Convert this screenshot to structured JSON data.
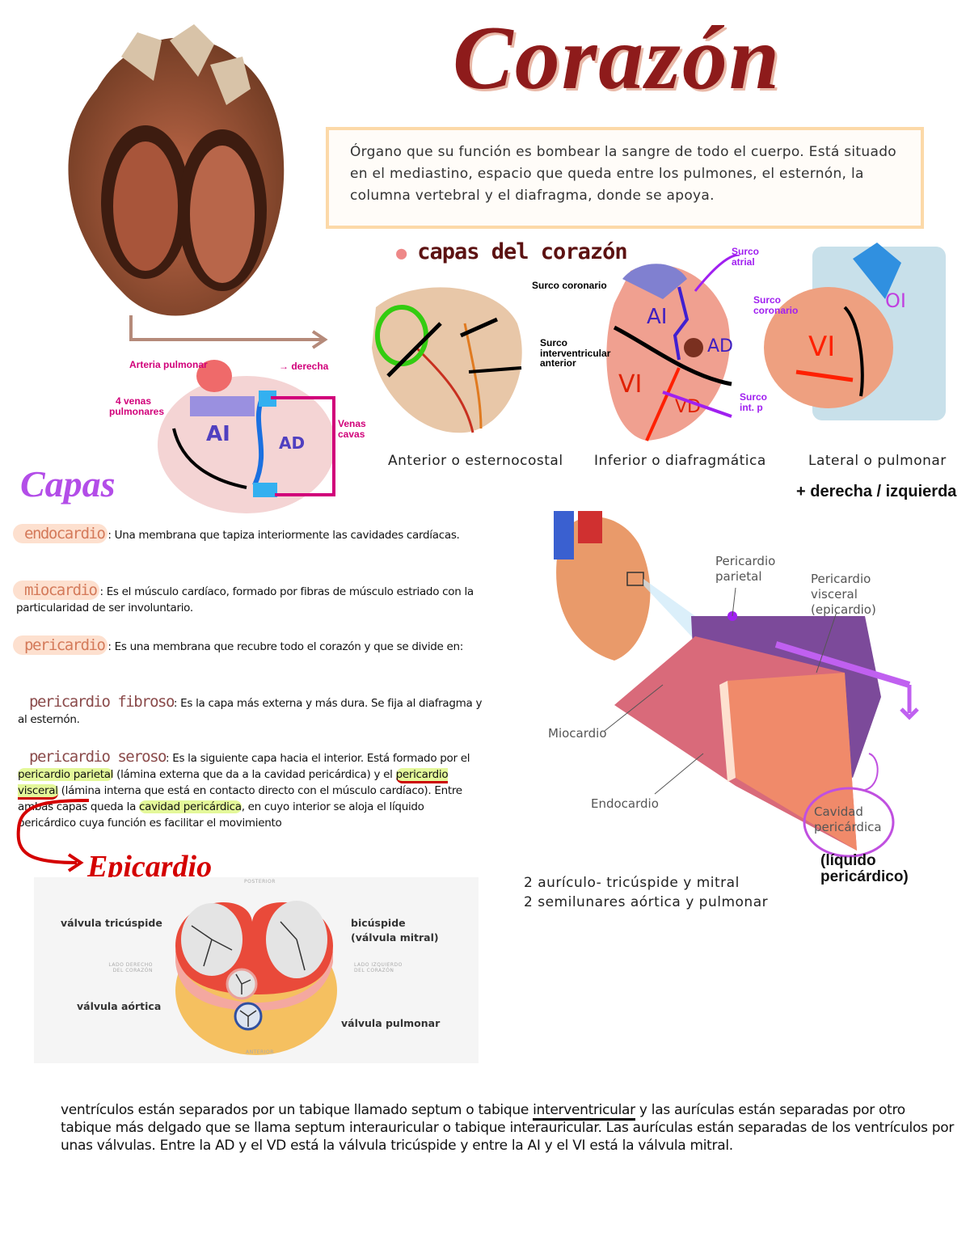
{
  "title": "Corazón",
  "definition": "Órgano que su función es bombear la sangre de todo el cuerpo. Está situado en el mediastino, espacio que queda entre los pulmones, el esternón, la columna vertebral y el diafragma, donde se apoya.",
  "faces": {
    "heading": "capas del corazón",
    "captions": [
      "Anterior o esternocostal",
      "Inferior o diafragmática",
      "Lateral o pulmonar"
    ],
    "lateral_note": "+ derecha / izquierda",
    "anterior_labels": [
      "Surco coronario",
      "Surco interventricular anterior"
    ],
    "inferior_labels": [
      "Surco atrial",
      "Surco coronario",
      "Surco int. p"
    ],
    "chamber_labels": [
      "AI",
      "AD",
      "VI",
      "VD",
      "OI"
    ]
  },
  "small_heart": {
    "labels": [
      "Arteria pulmonar",
      "→ derecha",
      "4 venas pulmonares",
      "Venas cavas"
    ],
    "chambers": [
      "AI",
      "AD"
    ]
  },
  "layers": {
    "heading": "Capas",
    "items": [
      {
        "term": "endocardio",
        "text": ": Una membrana que tapiza interiormente las cavidades cardíacas."
      },
      {
        "term": "miocardio",
        "text": ": Es el músculo cardíaco, formado por fibras de músculo estriado con la particularidad de ser involuntario."
      },
      {
        "term": "pericardio",
        "text": ": Es una membrana que recubre todo el corazón y que se divide en:"
      },
      {
        "term": "pericardio fibroso",
        "text": ": Es la capa más externa y más dura. Se fija al diafragma y al esternón."
      }
    ],
    "seroso": {
      "term": "pericardio seroso",
      "t1": ": Es la siguiente capa hacia el interior. Está formado por el ",
      "h1": "pericardio parietal",
      "t2": " (lámina externa que da a la cavidad pericárdica) y el ",
      "h2": "pericardio visceral",
      "t3": " (lámina interna que está en contacto directo con el músculo cardíaco). Entre ambas capas queda la ",
      "h3": "cavidad pericárdica",
      "t4": ", en cuyo interior se aloja el líquido pericárdico cuya función es facilitar el movimiento"
    },
    "epicardio_note": "Epicardio"
  },
  "pericardium_figure": {
    "labels": {
      "parietal": "Pericardio parietal",
      "visceral": "Pericardio visceral (epicardio)",
      "miocardio": "Miocardio",
      "endocardio": "Endocardio",
      "cavidad": "Cavidad pericárdica"
    },
    "note": "(líquido pericárdico)"
  },
  "valves_note": [
    "2 aurículo-  tricúspide  y  mitral",
    "2 semilunares   aórtica y pulmonar"
  ],
  "valves_figure": {
    "posterior": "POSTERIOR",
    "anterior": "ANTERIOR",
    "right_side": "LADO DERECHO DEL CORAZÓN",
    "left_side": "LADO IZQUIERDO DEL CORAZÓN",
    "tricuspid": "válvula tricúspide",
    "mitral_1": "bicúspide",
    "mitral_2": "(válvula mitral)",
    "aortic": "válvula aórtica",
    "pulmonary": "válvula pulmonar"
  },
  "bottom_text": {
    "a": "ventrículos están separados por un tabique llamado septum o tabique ",
    "u": "interventricular",
    "b": " y las aurículas están separadas por otro tabique más delgado que se llama septum interauricular o tabique interauricular. Las aurículas están separadas de los ventrículos por unas válvulas. Entre la AD y el VD está la válvula tricúspide y entre la AI y el VI está la válvula mitral."
  },
  "colors": {
    "title": "#8e1b1b",
    "box_border": "#fcd9a8",
    "term_bg": "#fde0cf",
    "highlight": "#e4f89a",
    "pink_ink": "#d1007a",
    "purple_ink": "#a020f0",
    "red_ink": "#d40000"
  }
}
